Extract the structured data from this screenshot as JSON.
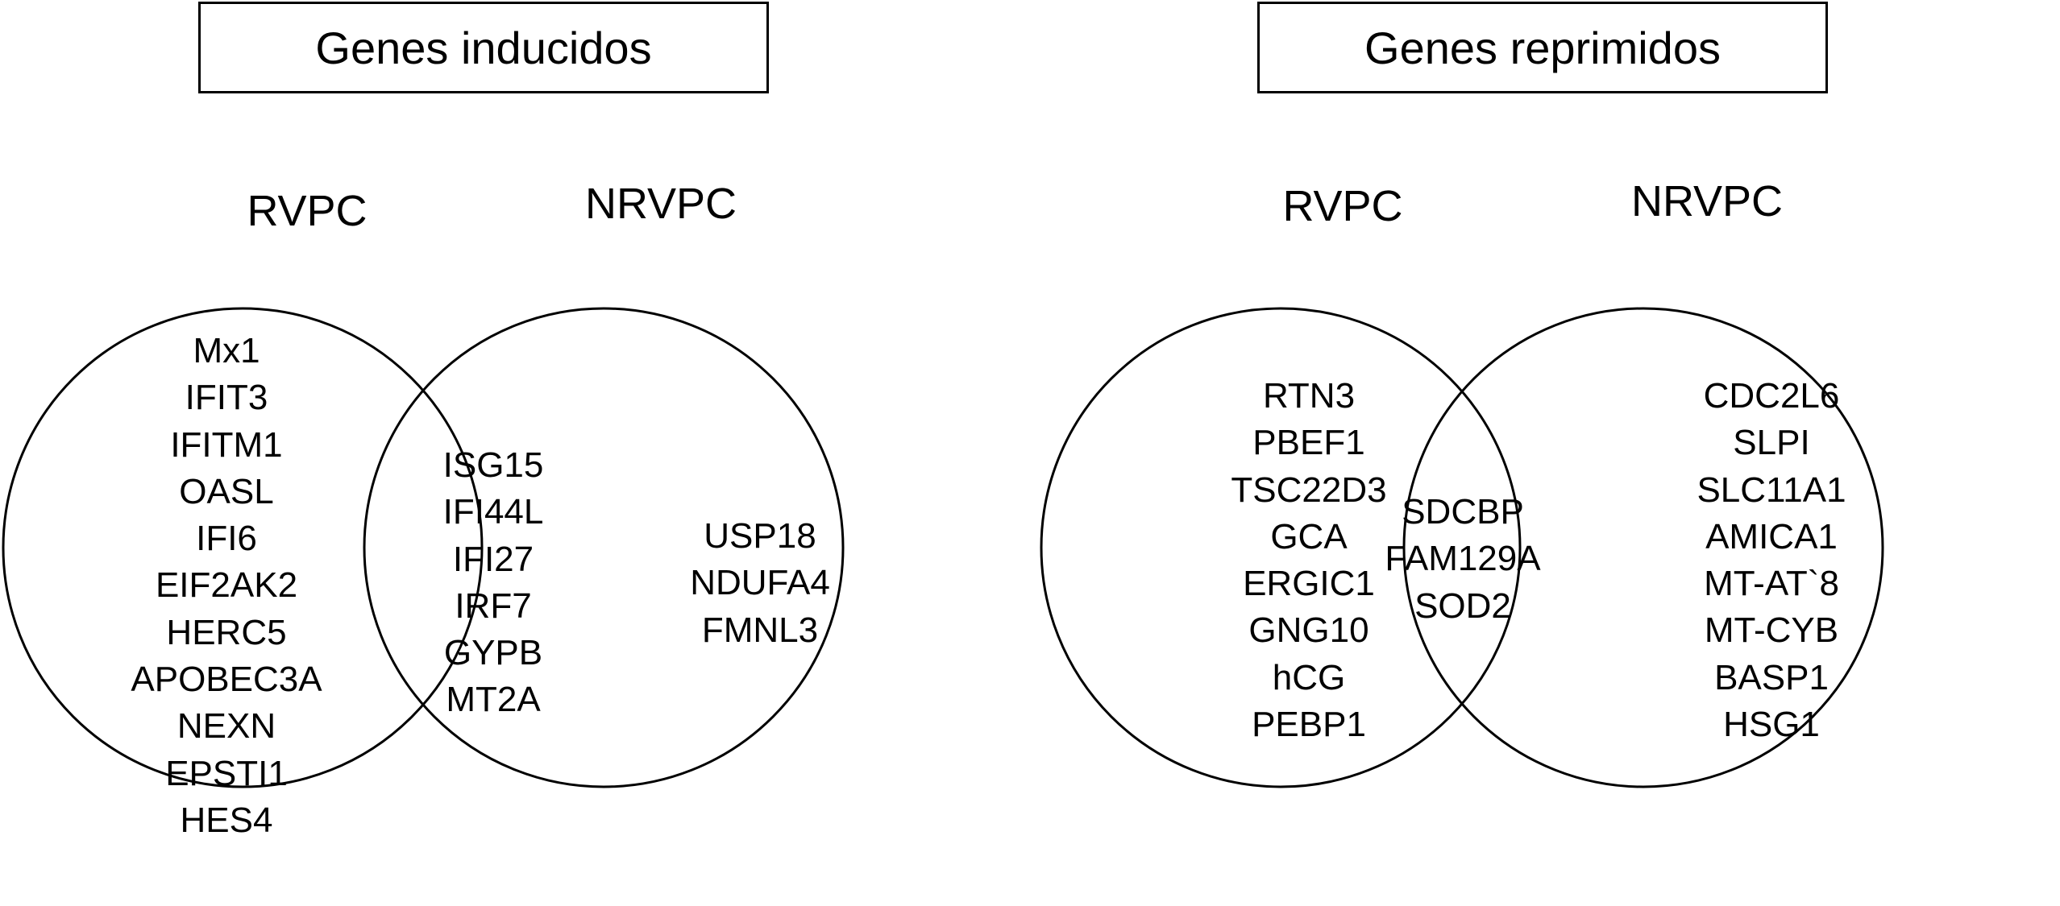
{
  "panels": [
    {
      "title": "Genes inducidos",
      "left_set": "RVPC",
      "right_set": "NRVPC",
      "left_only": [
        "Mx1",
        "IFIT3",
        "IFITM1",
        "OASL",
        "IFI6",
        "EIF2AK2",
        "HERC5",
        "APOBEC3A",
        "NEXN",
        "EPSTI1",
        "HES4"
      ],
      "shared": [
        "ISG15",
        "IFI44L",
        "IFI27",
        "IRF7",
        "GYPB",
        "MT2A"
      ],
      "right_only": [
        "USP18",
        "NDUFA4",
        "FMNL3"
      ]
    },
    {
      "title": "Genes reprimidos",
      "left_set": "RVPC",
      "right_set": "NRVPC",
      "left_only": [
        "RTN3",
        "PBEF1",
        "TSC22D3",
        "GCA",
        "ERGIC1",
        "GNG10",
        "hCG",
        "PEBP1"
      ],
      "shared": [
        "SDCBP",
        "FAM129A",
        "SOD2"
      ],
      "right_only": [
        "CDC2L6",
        "SLPI",
        "SLC11A1",
        "AMICA1",
        "MT-AT`8",
        "MT-CYB",
        "BASP1",
        "HSG1"
      ]
    }
  ],
  "colors": {
    "stroke": "#000000",
    "background": "#ffffff"
  }
}
